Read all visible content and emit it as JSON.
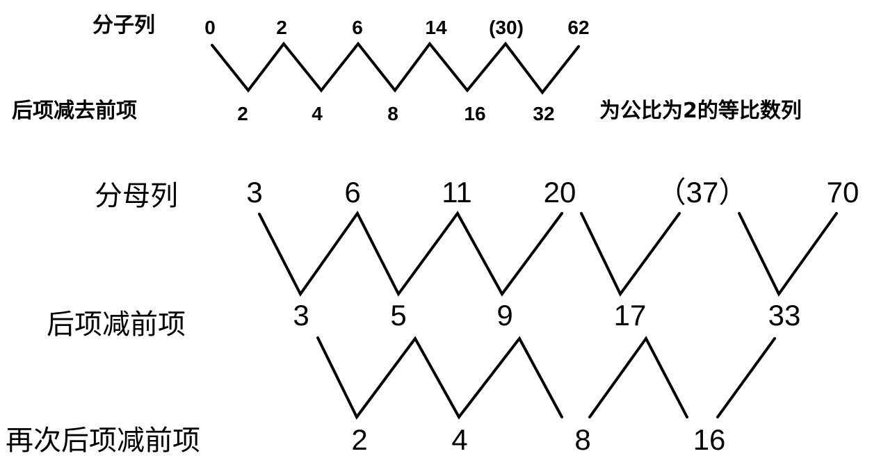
{
  "numerator": {
    "label": "分子列",
    "terms": [
      "0",
      "2",
      "6",
      "14",
      "(30)",
      "62"
    ],
    "diff_label": "后项减去前项",
    "diffs": [
      "2",
      "4",
      "8",
      "16",
      "32"
    ],
    "note": "为公比为2的等比数列"
  },
  "denominator": {
    "label": "分母列",
    "terms": [
      "3",
      "6",
      "11",
      "20",
      "（37）",
      "70"
    ],
    "diff_label": "后项减前项",
    "diffs": [
      "3",
      "5",
      "9",
      "17",
      "33"
    ],
    "second_diff_label": "再次后项减前项",
    "second_diffs": [
      "2",
      "4",
      "8",
      "16"
    ]
  },
  "colors": {
    "ink": "#000000",
    "background": "#ffffff"
  }
}
